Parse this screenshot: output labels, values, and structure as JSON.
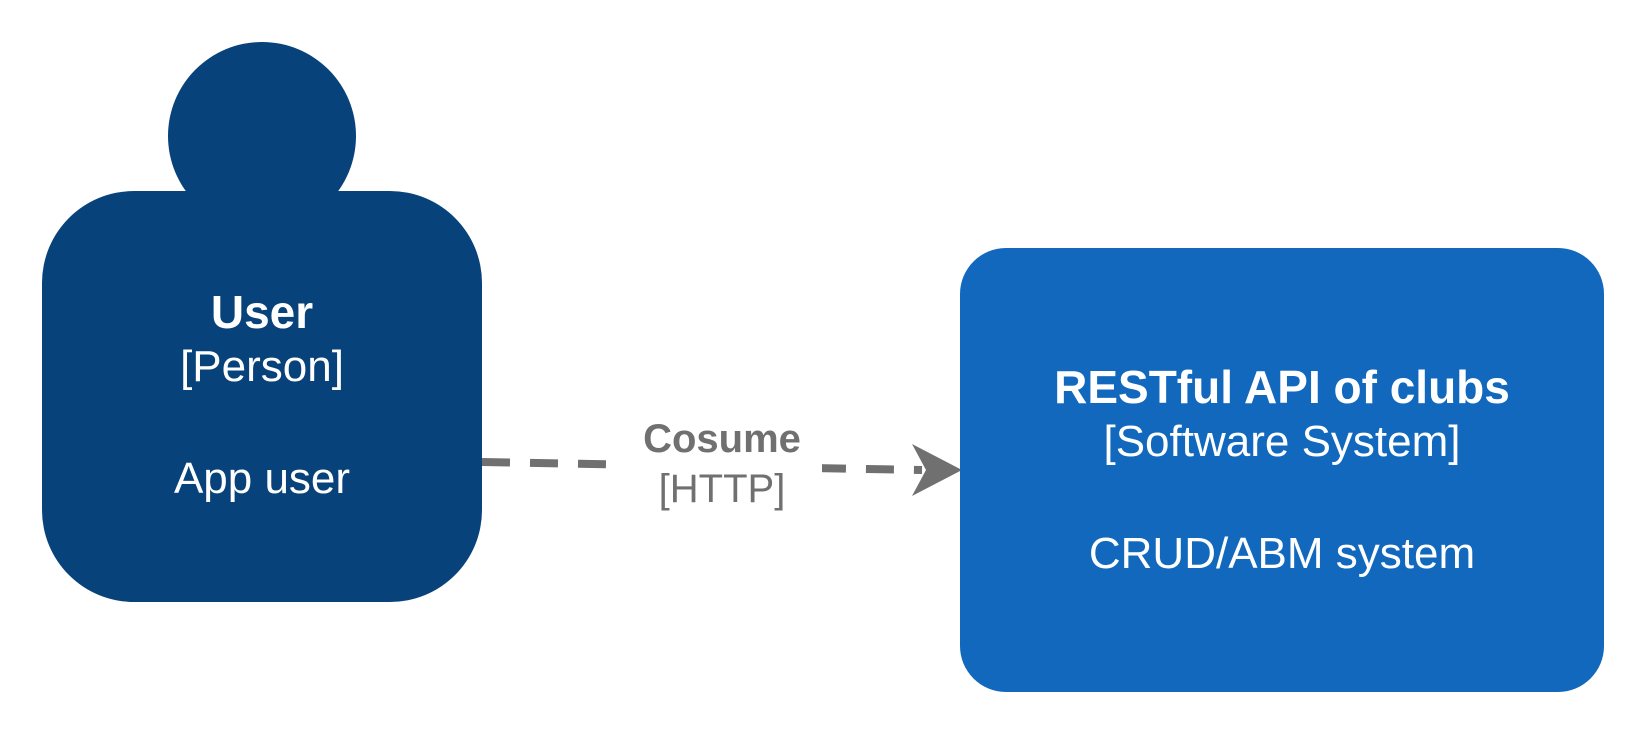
{
  "elements": {
    "person": {
      "name": "User",
      "type": "[Person]",
      "description": "App user",
      "color": "#08427B"
    },
    "system": {
      "name": "RESTful API of clubs",
      "type": "[Software System]",
      "description": "CRUD/ABM system",
      "color": "#1168BD"
    }
  },
  "relationship": {
    "label": "Cosume",
    "technology": "[HTTP]",
    "color": "#707070"
  }
}
